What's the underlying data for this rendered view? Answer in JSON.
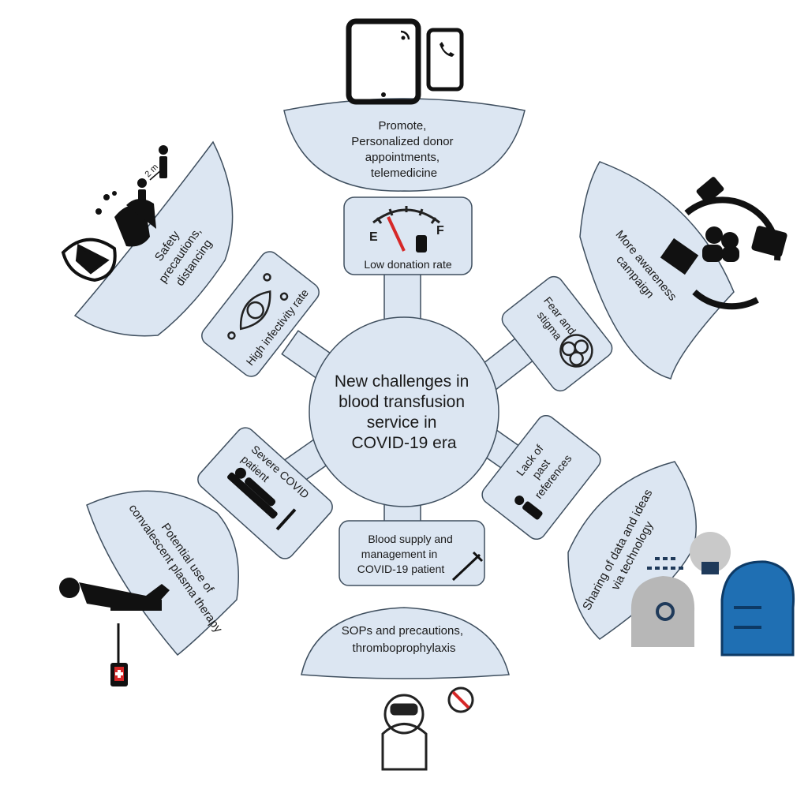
{
  "center": {
    "lines": [
      "New challenges in",
      "blood transfusion",
      "service in",
      "COVID-19 era"
    ]
  },
  "challenges": {
    "low_donation": {
      "label": "Low donation rate",
      "gauge_empty": "E",
      "gauge_full": "F"
    },
    "fear_stigma": {
      "lines": [
        "Fear and",
        "stigma"
      ]
    },
    "lack_references": {
      "lines": [
        "Lack of",
        "past",
        "references"
      ]
    },
    "blood_supply": {
      "lines": [
        "Blood supply and",
        "management in",
        "COVID-19 patient"
      ]
    },
    "severe_covid": {
      "lines": [
        "Severe COVID",
        "patient"
      ]
    },
    "high_infectivity": {
      "label": "High infectivity rate"
    }
  },
  "solutions": {
    "promote": {
      "lines": [
        "Promote,",
        "Personalized donor",
        "appointments,",
        "telemedicine"
      ]
    },
    "awareness": {
      "lines": [
        "More awareness",
        "campaign"
      ]
    },
    "sharing": {
      "lines": [
        "Sharing of data and ideas",
        "via technology"
      ]
    },
    "sops": {
      "lines": [
        "SOPs and precautions,",
        "thromboprophylaxis"
      ]
    },
    "plasma": {
      "lines": [
        "Potential use of",
        "convalescent plasma therapy"
      ]
    },
    "safety": {
      "lines": [
        "Safety",
        "precautions,",
        "distancing"
      ],
      "distance_label": "2 m"
    }
  },
  "colors": {
    "fill": "#dce6f2",
    "stroke": "#3f4f5f",
    "accent": "#1f6fb3",
    "danger": "#d62828"
  }
}
